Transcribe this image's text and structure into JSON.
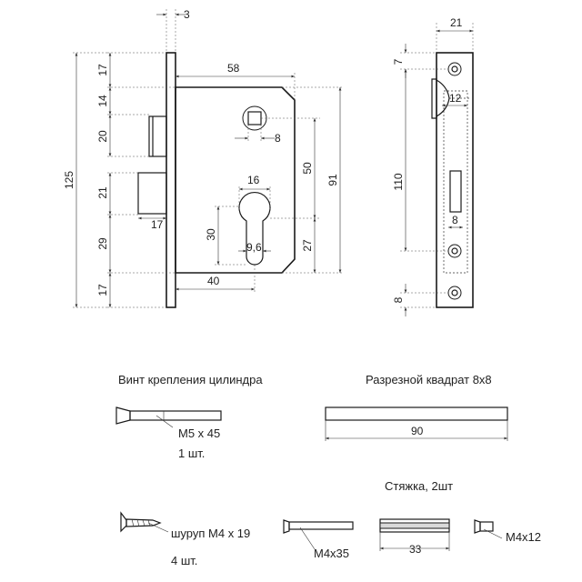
{
  "lock_front_view": {
    "dims": {
      "d3": "3",
      "d58": "58",
      "d17_top": "17",
      "d14": "14",
      "d20": "20",
      "d21": "21",
      "d17_latch": "17",
      "d29": "29",
      "d17_bottom": "17",
      "d125": "125",
      "d8_square": "8",
      "d16": "16",
      "d30": "30",
      "d9_6": "9,6",
      "d40": "40",
      "d50": "50",
      "d27": "27",
      "d91": "91"
    }
  },
  "faceplate_side_view": {
    "dims": {
      "d21": "21",
      "d7": "7",
      "d12": "12",
      "d110": "110",
      "d8_slot": "8",
      "d8_bottom": "8"
    }
  },
  "accessories": {
    "cylinder_screw": {
      "caption": "Винт крепления цилиндра",
      "size": "M5 x 45",
      "qty": "1 шт."
    },
    "split_square": {
      "caption": "Разрезной квадрат 8х8",
      "length": "90"
    },
    "wood_screw": {
      "size": "шуруп М4 х 19",
      "qty": "4 шт."
    },
    "tie": {
      "caption": "Стяжка, 2шт",
      "bolt_size": "M4x35",
      "sleeve_length": "33",
      "nut_size": "M4x12"
    }
  }
}
